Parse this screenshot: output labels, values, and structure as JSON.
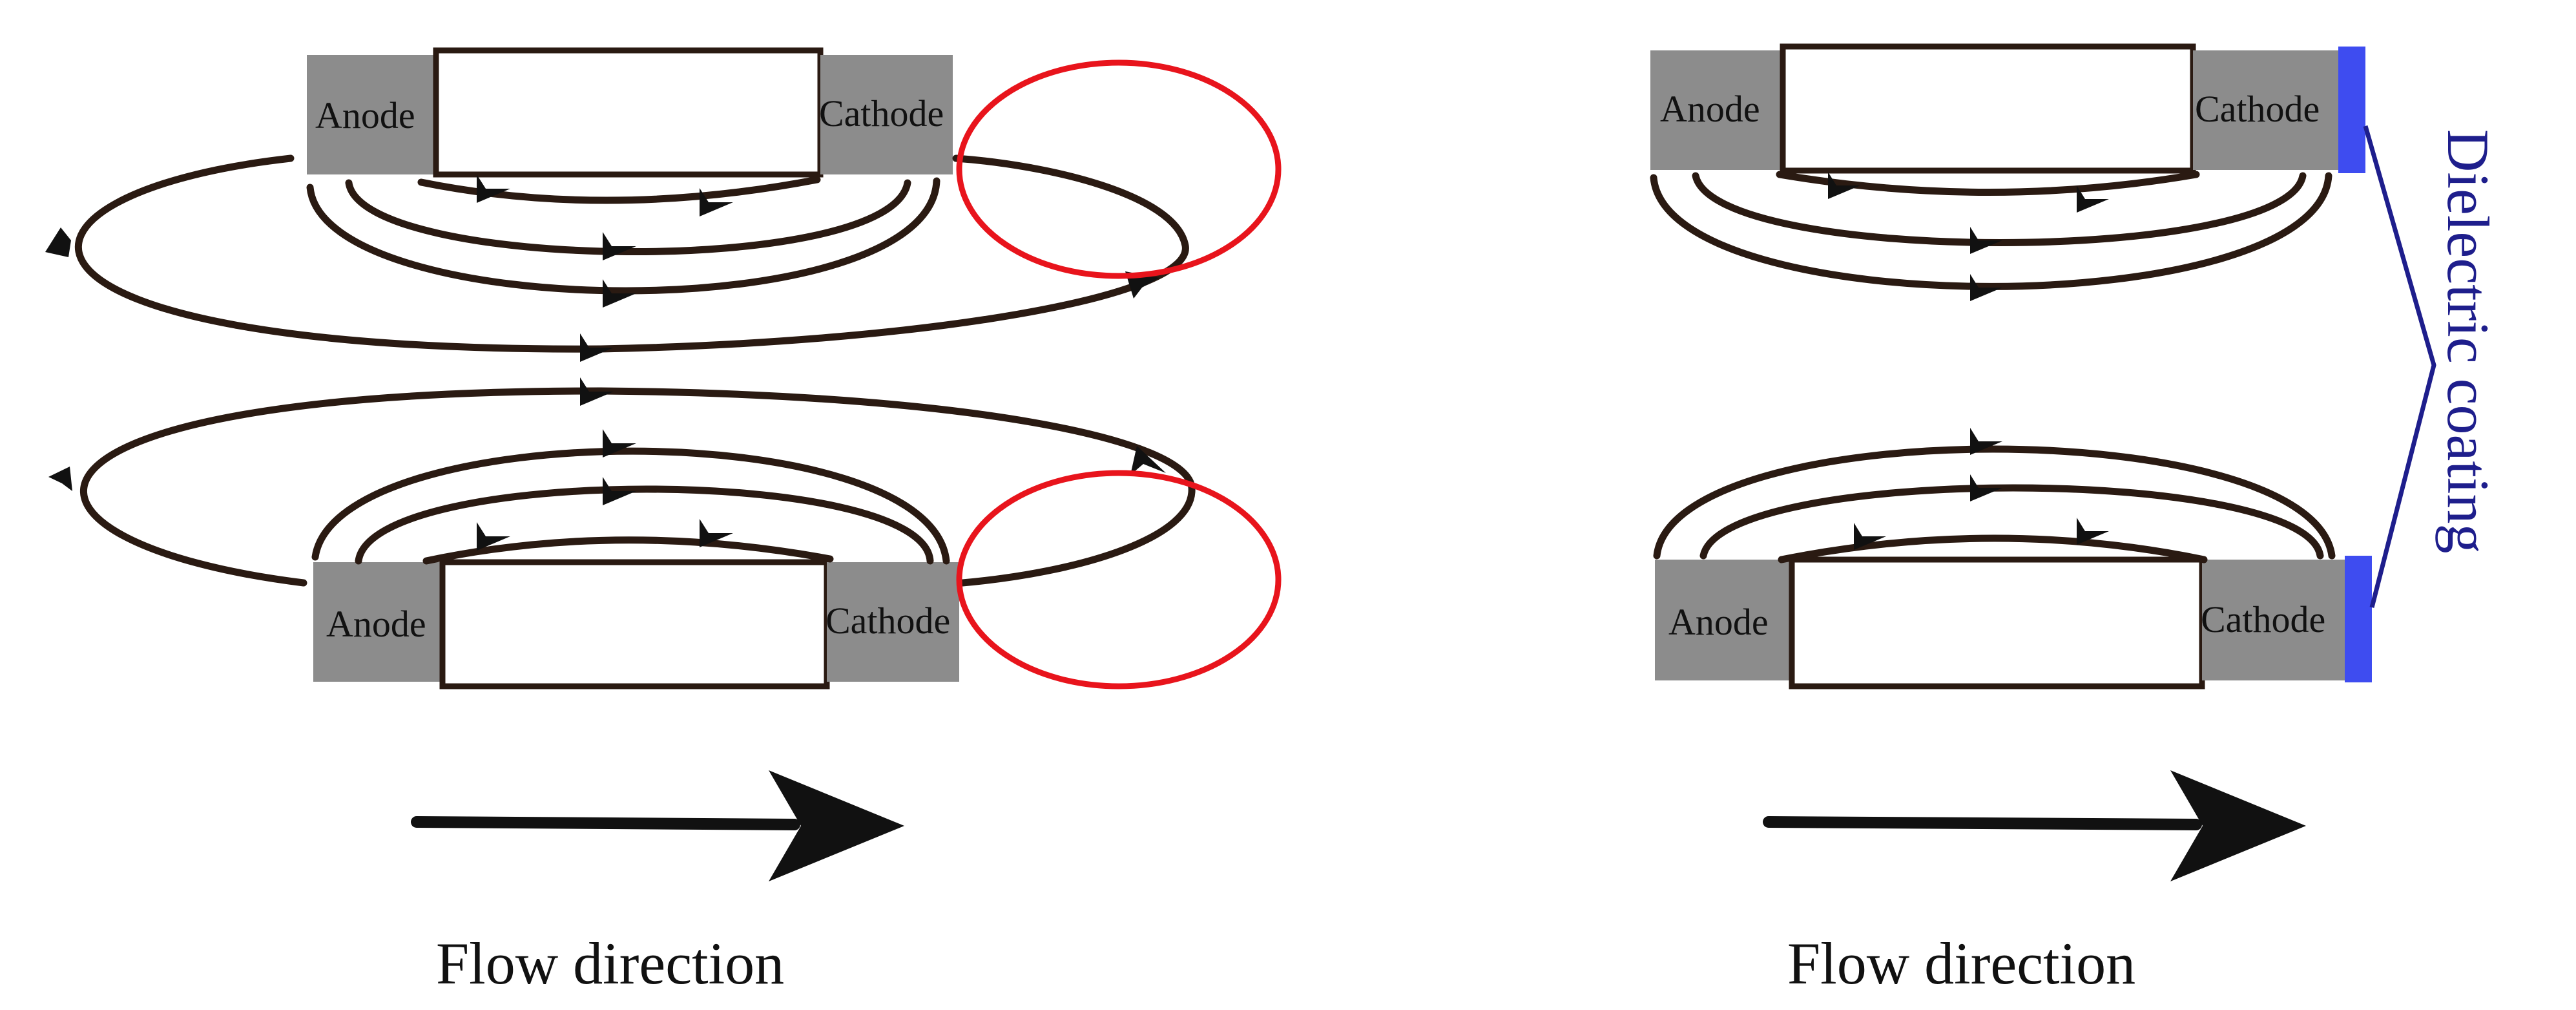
{
  "colors": {
    "electrode": "#8c8c8c",
    "field_line": "#2a1a12",
    "highlight": "#e8141c",
    "coating": "#3e4cf0",
    "coating_label": "#1e1e8c"
  },
  "icons": {
    "flow_arrow": "arrow-right-icon",
    "field_arrow": "arrowhead-icon"
  },
  "panels": [
    {
      "id": "uncoated",
      "top_electrode": {
        "anode": "Anode",
        "cathode": "Cathode"
      },
      "bottom_electrode": {
        "anode": "Anode",
        "cathode": "Cathode"
      },
      "flow_label": "Flow direction"
    },
    {
      "id": "coated",
      "top_electrode": {
        "anode": "Anode",
        "cathode": "Cathode"
      },
      "bottom_electrode": {
        "anode": "Anode",
        "cathode": "Cathode"
      },
      "flow_label": "Flow direction",
      "coating_label": "Dielectric coating"
    }
  ]
}
